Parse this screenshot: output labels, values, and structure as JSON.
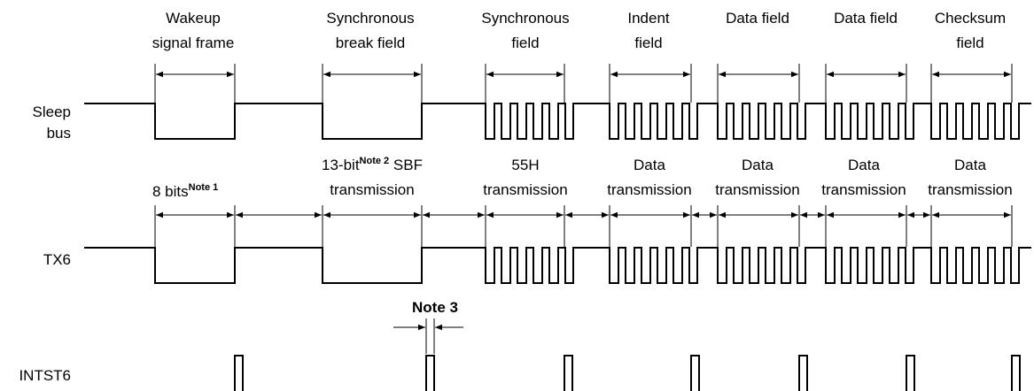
{
  "signals": {
    "sleep_bus": [
      "Sleep",
      "bus"
    ],
    "tx6": "TX6",
    "intst6": "INTST6"
  },
  "fields": [
    [
      "Wakeup",
      "signal frame"
    ],
    [
      "Synchronous",
      "break field"
    ],
    [
      "Synchronous",
      "field"
    ],
    [
      "Indent",
      "field"
    ],
    [
      "Data field"
    ],
    [
      "Data field"
    ],
    [
      "Checksum",
      "field"
    ]
  ],
  "tx_labels": {
    "bits8": "8 bits",
    "note1": "Note 1",
    "sbf_line1_pre": "13-bit",
    "note2": "Note 2",
    "sbf_line1_post": " SBF",
    "sbf_line2": "transmission",
    "h55": [
      "55H",
      "transmission"
    ],
    "data": [
      [
        "Data",
        "transmission"
      ],
      [
        "Data",
        "transmission"
      ],
      [
        "Data",
        "transmission"
      ],
      [
        "Data",
        "transmission"
      ]
    ]
  },
  "note3": "Note 3"
}
